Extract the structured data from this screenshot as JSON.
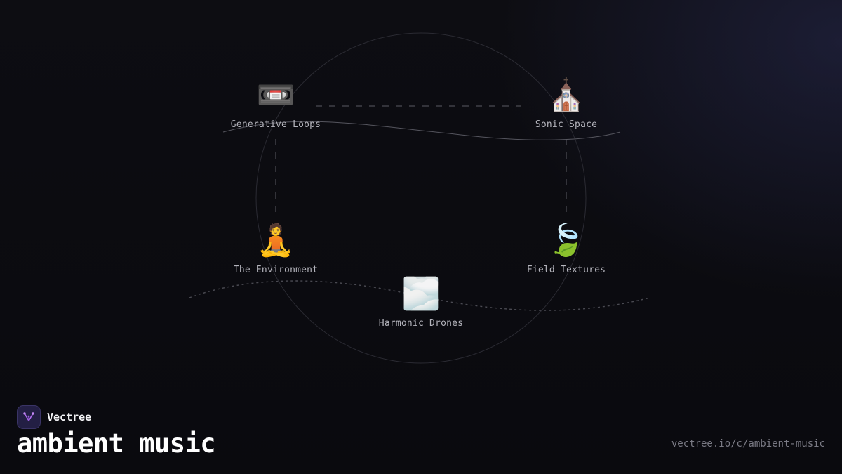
{
  "diagram": {
    "nodes": [
      {
        "id": "generative-loops",
        "label": "Generative Loops",
        "icon": "videocassette-icon",
        "glyph": "📼"
      },
      {
        "id": "sonic-space",
        "label": "Sonic Space",
        "icon": "church-icon",
        "glyph": "⛪"
      },
      {
        "id": "the-environment",
        "label": "The Environment",
        "icon": "person-meditating-icon",
        "glyph": "🧘"
      },
      {
        "id": "field-textures",
        "label": "Field Textures",
        "icon": "leaf-in-wind-icon",
        "glyph": "🍃"
      },
      {
        "id": "harmonic-drones",
        "label": "Harmonic Drones",
        "icon": "fog-icon",
        "glyph": "🌫️"
      }
    ],
    "edges": [
      {
        "from": "generative-loops",
        "to": "sonic-space"
      },
      {
        "from": "generative-loops",
        "to": "the-environment"
      },
      {
        "from": "sonic-space",
        "to": "field-textures"
      }
    ]
  },
  "footer": {
    "brand": "Vectree",
    "title": "ambient music",
    "url": "vectree.io/c/ambient-music"
  },
  "colors": {
    "background": "#0d0d12",
    "logo_bg": "#231f44",
    "logo_accent": "#b06cf0"
  }
}
